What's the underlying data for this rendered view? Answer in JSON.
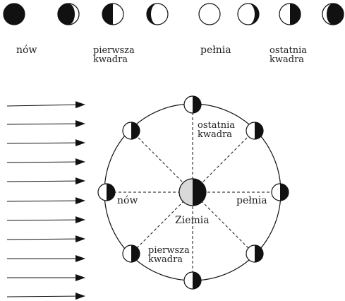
{
  "phase_labels": {
    "new": "nów",
    "first_quarter_1": "pierwsza",
    "first_quarter_2": "kwadra",
    "full": "pełnia",
    "last_quarter_1": "ostatnia",
    "last_quarter_2": "kwadra"
  },
  "orbit_labels": {
    "new": "nów",
    "full": "pełnia",
    "earth": "Ziemia",
    "first_quarter_1": "pierwsza",
    "first_quarter_2": "kwadra",
    "last_quarter_1": "ostatnia",
    "last_quarter_2": "kwadra"
  },
  "colors": {
    "ink": "#111111",
    "earth_light": "#d9d9d9",
    "background": "#ffffff"
  }
}
